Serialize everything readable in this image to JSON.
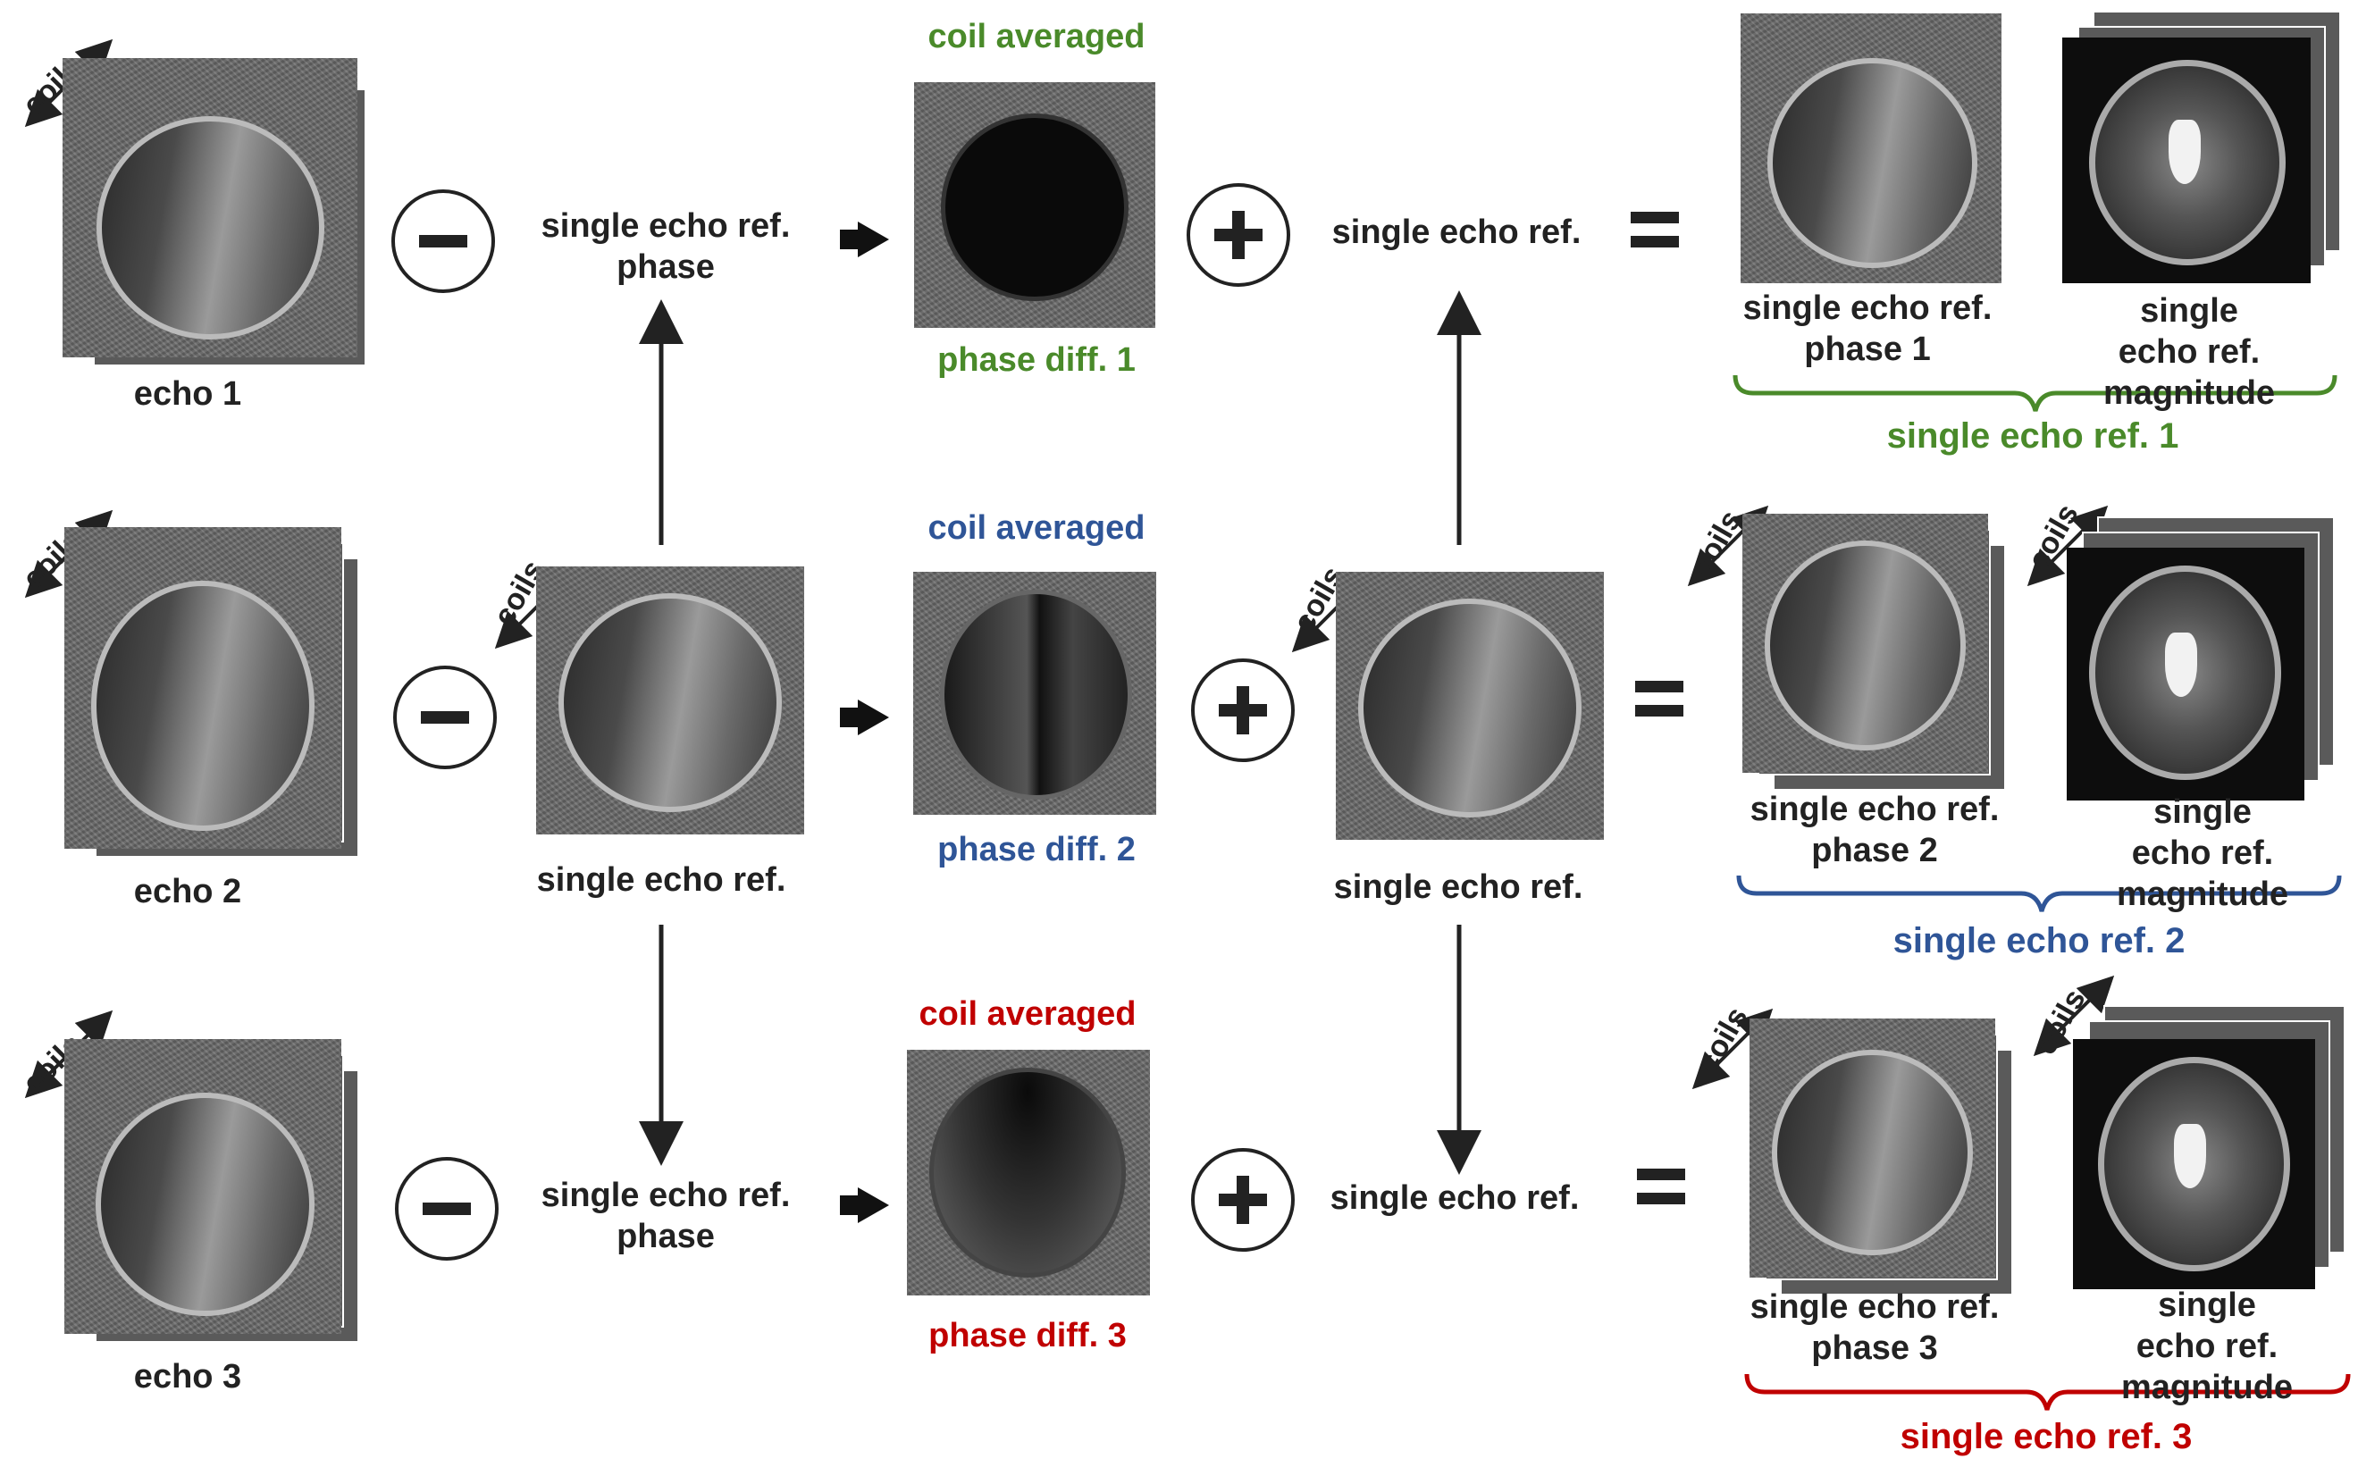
{
  "rows": [
    {
      "echo_label": "echo 1",
      "op_left": "minus",
      "ref_phase_label": "single echo ref.\nphase",
      "coil_avg_label": "coil averaged",
      "phase_diff_label": "phase diff. 1",
      "op_right": "plus",
      "ref_right_label": "single echo ref.",
      "out_phase_label": "single echo ref.\nphase 1",
      "out_mag_label": "single echo ref.\nmagnitude",
      "group_label": "single echo ref. 1",
      "color": "#4a8a2a"
    },
    {
      "echo_label": "echo 2",
      "op_left": "minus",
      "ref_phase_label": "single echo ref.",
      "coil_avg_label": "coil averaged",
      "phase_diff_label": "phase diff. 2",
      "op_right": "plus",
      "ref_right_label": "single echo ref.",
      "out_phase_label": "single echo ref.\nphase 2",
      "out_mag_label": "single echo ref.\nmagnitude",
      "group_label": "single echo ref. 2",
      "color": "#2f5597"
    },
    {
      "echo_label": "echo 3",
      "op_left": "minus",
      "ref_phase_label": "single echo ref.\nphase",
      "coil_avg_label": "coil averaged",
      "phase_diff_label": "phase diff. 3",
      "op_right": "plus",
      "ref_right_label": "single echo ref.",
      "out_phase_label": "single echo ref.\nphase 3",
      "out_mag_label": "single echo ref.\nmagnitude",
      "group_label": "single echo ref. 3",
      "color": "#c00000"
    }
  ],
  "coils_label": "coils",
  "equals_symbol": "="
}
